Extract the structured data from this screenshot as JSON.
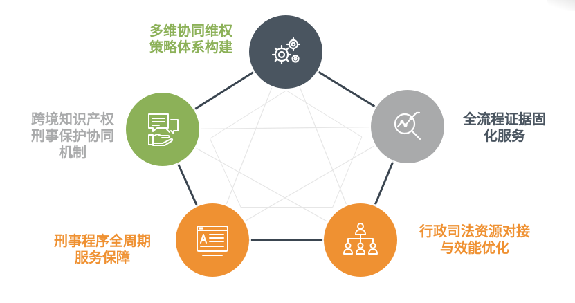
{
  "colors": {
    "dark": "#4a5560",
    "green": "#8cb158",
    "gray": "#a9aaab",
    "orange": "#ef9132",
    "edge_outer": "#3a4550",
    "edge_inner": "#e6e6e6"
  },
  "nodes": [
    {
      "id": "strategy",
      "icon": "gears-icon",
      "color": "dark",
      "label_color": "green",
      "label_lines": [
        "多维协同维权",
        "策略体系构建"
      ]
    },
    {
      "id": "evidence",
      "icon": "magnifier-chart-icon",
      "color": "gray",
      "label_color": "dark",
      "label_lines": [
        "全流程证据固",
        "化服务"
      ]
    },
    {
      "id": "resources",
      "icon": "org-chart-icon",
      "color": "orange",
      "label_color": "orange",
      "label_lines": [
        "行政司法资源对接",
        "与效能优化"
      ]
    },
    {
      "id": "criminal-procedure",
      "icon": "document-icon",
      "color": "orange",
      "label_color": "orange",
      "label_lines": [
        "刑事程序全周期",
        "服务保障"
      ]
    },
    {
      "id": "cross-border",
      "icon": "chat-handshake-icon",
      "color": "green",
      "label_color": "gray",
      "label_lines": [
        "跨境知识产权",
        "刑事保护协同",
        "机制"
      ]
    }
  ]
}
